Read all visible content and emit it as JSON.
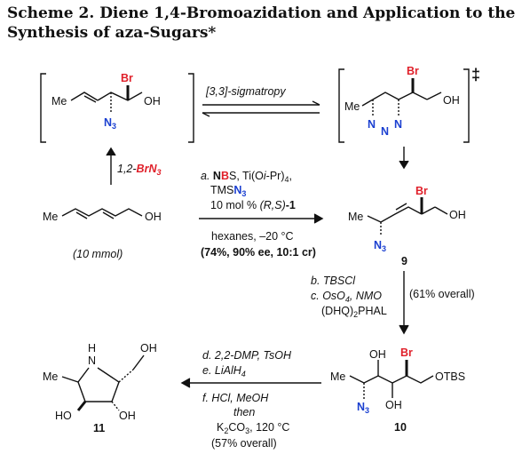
{
  "title": {
    "line1": "Scheme 2. Diene 1,4-Bromoazidation and Application to the",
    "line2": "Synthesis of aza-Sugars*"
  },
  "labels": {
    "me": "Me",
    "oh": "OH",
    "br": "Br",
    "n3": "N",
    "n3_sub": "3",
    "n": "N",
    "nh": "N",
    "h": "H",
    "otbs": "OTBS",
    "dagger": "‡",
    "ho": "HO"
  },
  "arrows": {
    "sigmatropy": "[3,3]-sigmatropy",
    "bromo_azide_prefix": "1,2-",
    "bromo_azide": "BrN",
    "bromo_azide_sub": "3"
  },
  "conditions_a": {
    "line1_a": "a.",
    "line1_n": "N",
    "line1_b": "B",
    "line1_s": "S, Ti(O",
    "line1_ipr": "i",
    "line1_end": "-Pr)",
    "line1_sub": "4",
    "line1_comma": ",",
    "line2_tms": "TMS",
    "line2_n": "N",
    "line2_sub": "3",
    "line3": "10 mol % ",
    "line3_rs": "(R,S)",
    "line3_b": "-1",
    "line4": "hexanes, –20 °C",
    "line5": "(74%, 90% ee, 10:1 cr)"
  },
  "conditions_bc": {
    "b": "b. TBSCl",
    "c": "c. OsO",
    "c_sub": "4",
    "c_end": ", NMO",
    "dhq": "(DHQ)",
    "dhq_sub": "2",
    "dhq_end": "PHAL",
    "yield": "(61% overall)"
  },
  "conditions_def": {
    "d": "d. 2,2-DMP, TsOH",
    "e": "e. LiAlH",
    "e_sub": "4",
    "f": "f. HCl, MeOH",
    "then": "then",
    "k2co3": "K",
    "k2co3_sub": "2",
    "k2co3_end": "CO",
    "k2co3_sub2": "3",
    "k2co3_tail": ", 120 °C",
    "yield": "(57% overall)"
  },
  "compounds": {
    "start_amount": "(10 mmol)",
    "c9": "9",
    "c10": "10",
    "c11": "11"
  }
}
